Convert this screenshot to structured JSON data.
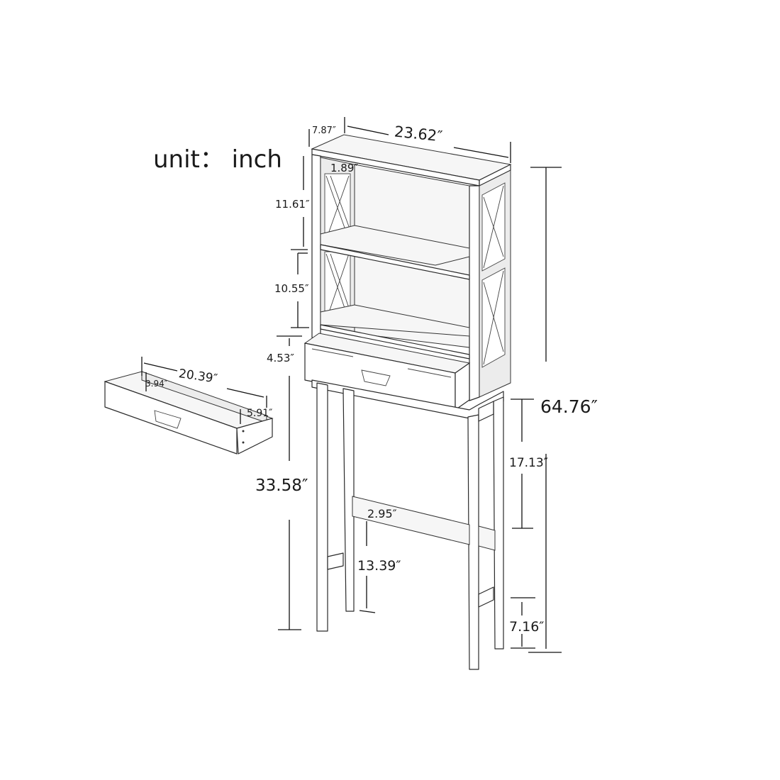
{
  "title": "unit： inch",
  "unit": "inch",
  "dimensions": {
    "depth": "7.87″",
    "width": "23.62″",
    "top_panel": "1.89″",
    "top_shelf_gap": "11.61″",
    "middle_shelf_gap": "10.55″",
    "drawer_height": "4.53″",
    "total_height": "64.76″",
    "clearance_height": "33.58″",
    "upper_leg_section": "17.13″",
    "crossbar_height": "2.95″",
    "crossbar_to_floor": "13.39″",
    "foot_height": "7.16″"
  },
  "drawer_detail": {
    "length": "20.39″",
    "inner_height": "3.94″",
    "depth": "5.91″"
  },
  "colors": {
    "line": "#222222",
    "background": "#ffffff",
    "panel": "#f5f5f5"
  }
}
